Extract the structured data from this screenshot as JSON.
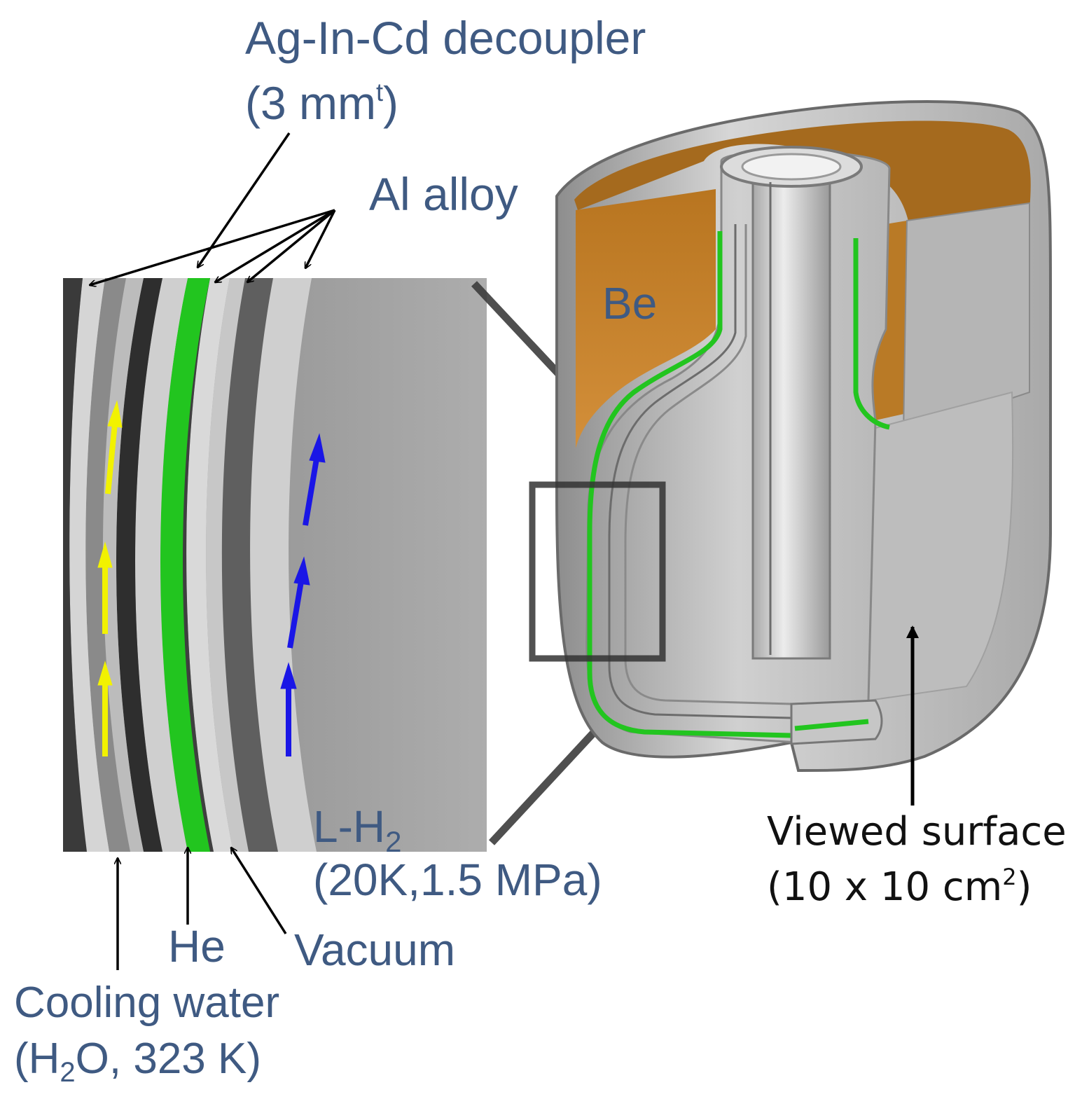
{
  "labels": {
    "decoupler_title": "Ag-In-Cd decoupler",
    "decoupler_thickness": "(3 mm",
    "decoupler_thickness_sup": "t",
    "decoupler_thickness_close": ")",
    "al_alloy": "Al alloy",
    "be": "Be",
    "lh2_prefix": "L-H",
    "lh2_sub": "2",
    "lh2_conditions": "(20K,1.5 MPa)",
    "he": "He",
    "vacuum": "Vacuum",
    "cooling_water": "Cooling water",
    "h2o_open": "(H",
    "h2o_sub": "2",
    "h2o_rest": "O, 323 K)",
    "viewed_surface": "Viewed surface",
    "viewed_area_prefix": "(10 x 10 cm",
    "viewed_area_sup": "2",
    "viewed_area_close": ")"
  },
  "colors": {
    "label_blue": "#3f5a82",
    "label_black": "#111111",
    "decoupler_green": "#22c51f",
    "beryllium_orange": "#c9822a",
    "cooling_flow_arrow": "#f2f200",
    "hydrogen_flow_arrow": "#1a16e6"
  }
}
